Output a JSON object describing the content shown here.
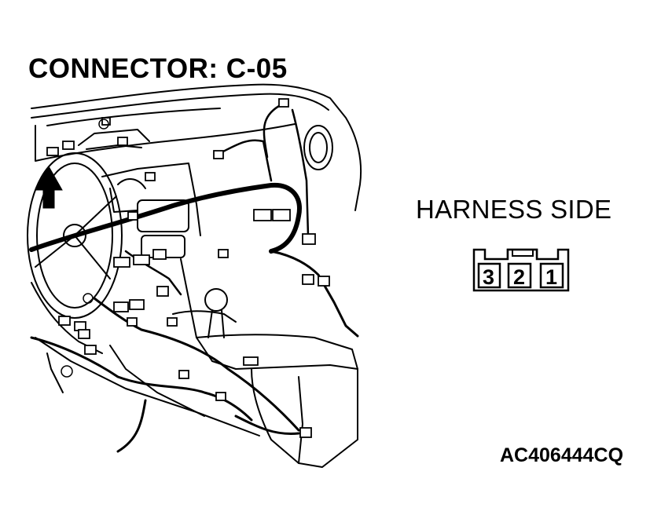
{
  "diagram": {
    "title": "CONNECTOR: C-05",
    "harness_label": "HARNESS SIDE",
    "figure_code": "AC406444CQ",
    "connector": {
      "pins": [
        "3",
        "2",
        "1"
      ]
    }
  }
}
